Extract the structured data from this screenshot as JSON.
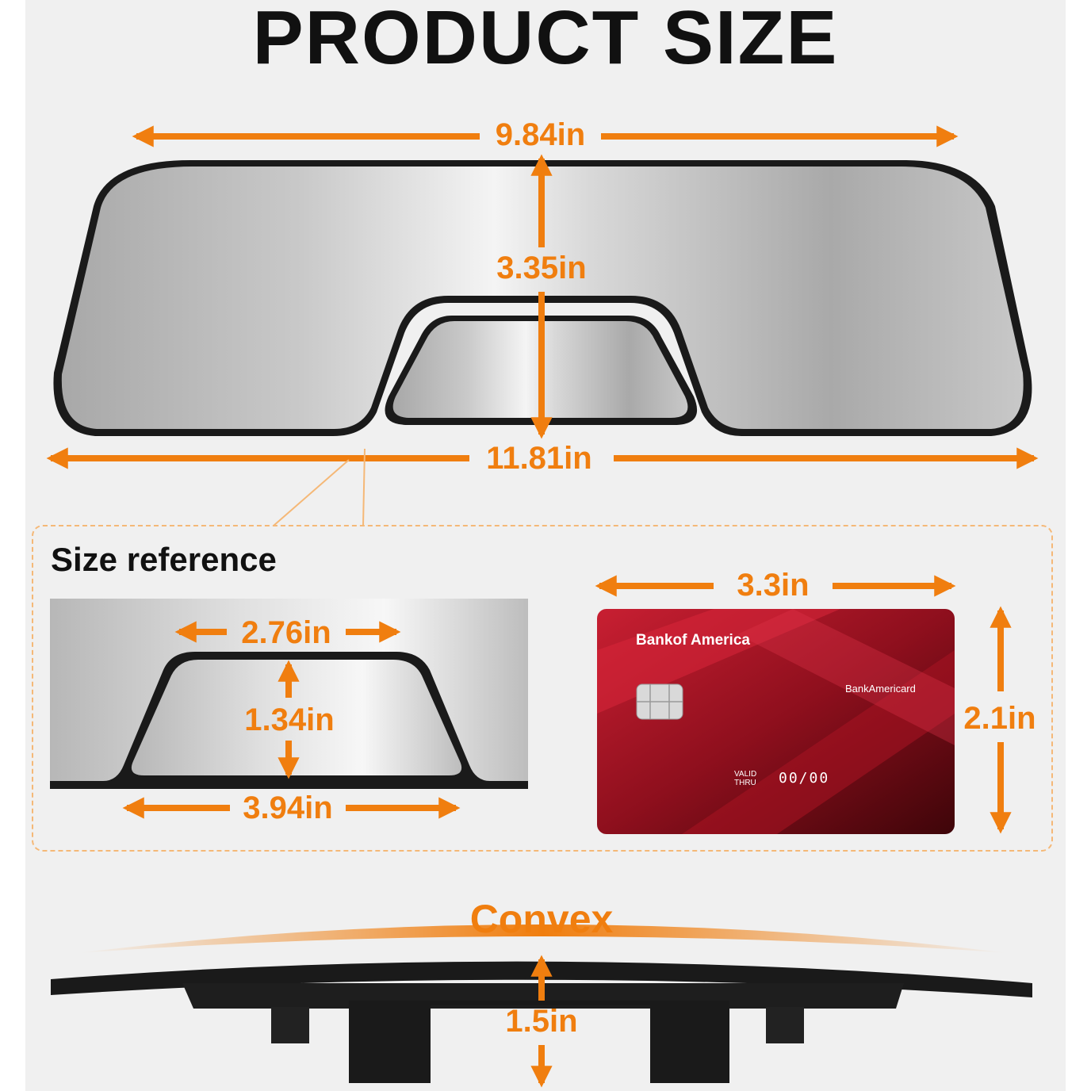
{
  "title": "PRODUCT SIZE",
  "top_mirror": {
    "width_top": "9.84in",
    "height": "3.35in",
    "width_bottom": "11.81in"
  },
  "size_reference": {
    "heading": "Size reference",
    "small_mirror": {
      "top_width": "2.76in",
      "height": "1.34in",
      "bottom_width": "3.94in"
    },
    "card": {
      "width": "3.3in",
      "height": "2.1in",
      "bank": "Bankof America",
      "product": "BankAmericard",
      "valid_label_1": "VALID",
      "valid_label_2": "THRU",
      "expiry": "00/00"
    }
  },
  "side_view": {
    "label": "Convex",
    "depth": "1.5in"
  },
  "colors": {
    "accent": "#f07e0f",
    "frame": "#1a1a1a",
    "card_red": "#b3182a"
  }
}
